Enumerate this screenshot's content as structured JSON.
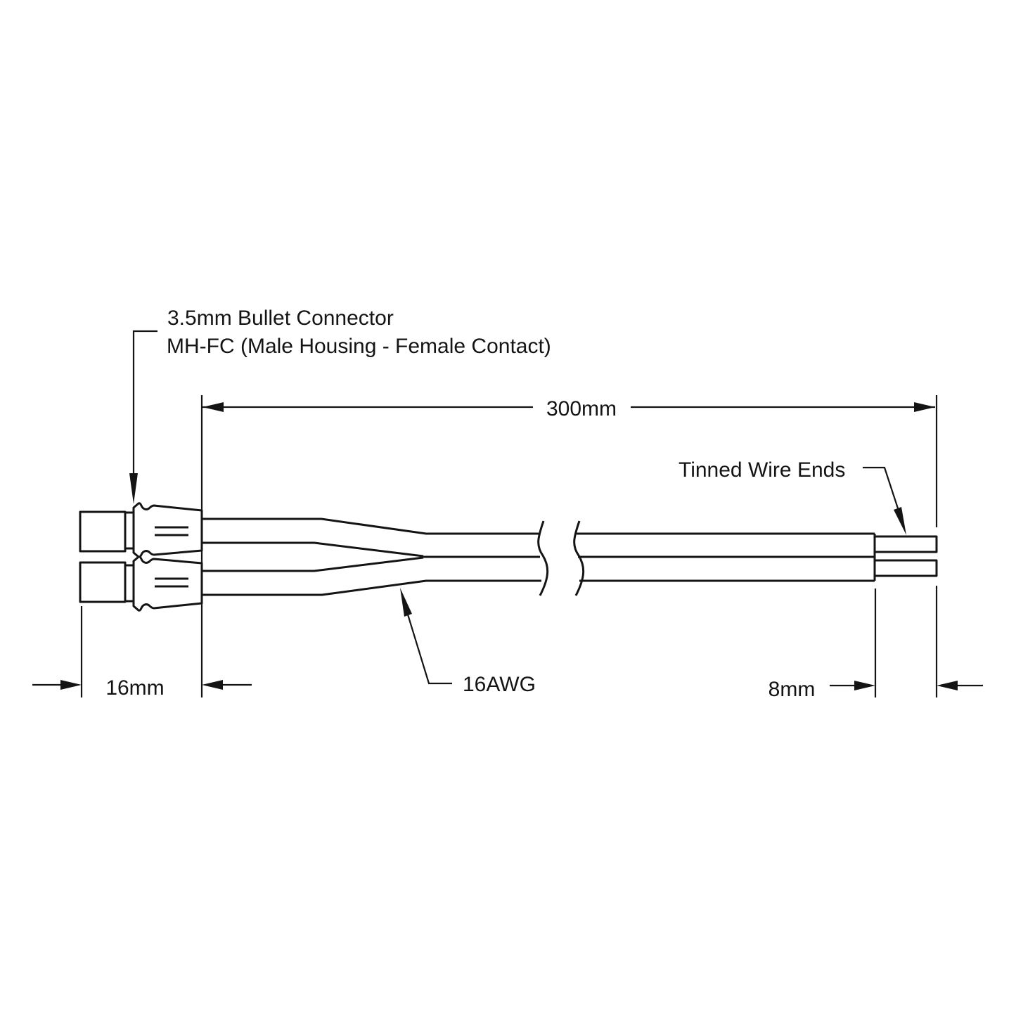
{
  "diagram": {
    "type": "technical-drawing",
    "subject": "2-wire cable with bullet connectors and tinned wire ends",
    "part_label": {
      "line1": "3.5mm Bullet Connector",
      "line2": "MH-FC (Male Housing - Female Contact)"
    },
    "annotations": {
      "tinned_wire_ends": "Tinned Wire Ends",
      "wire_gauge": "16AWG"
    },
    "dimensions": {
      "overall_length": "300mm",
      "connector_length": "16mm",
      "tinned_end_length": "8mm"
    },
    "colors": {
      "line": "#141414",
      "background": "#ffffff"
    }
  }
}
